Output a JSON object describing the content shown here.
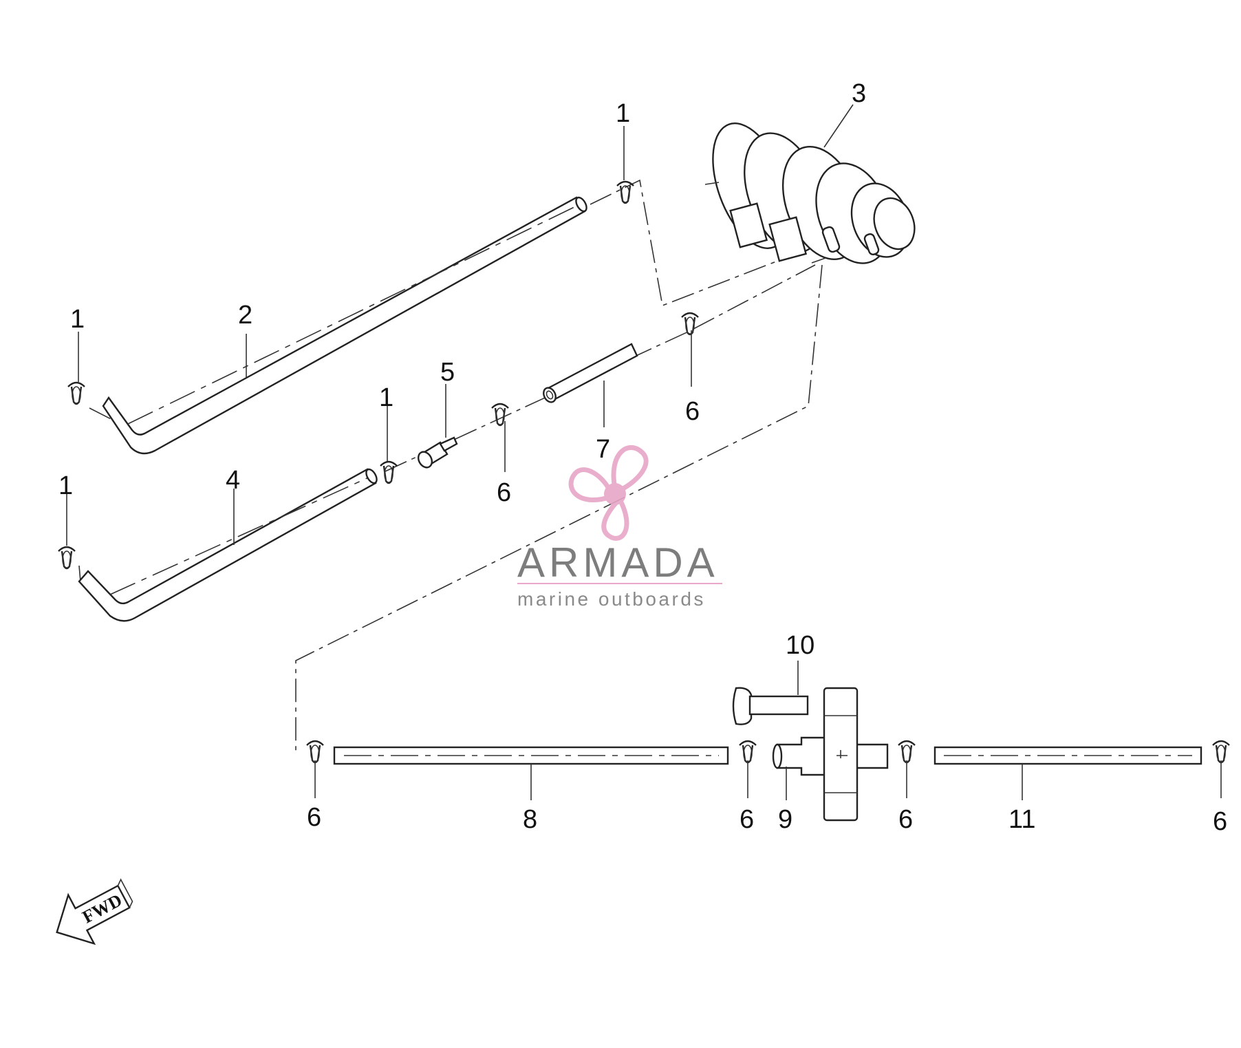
{
  "diagram": {
    "callouts": {
      "c1a": "1",
      "c1b": "1",
      "c1c": "1",
      "c1d": "1",
      "c2": "2",
      "c3": "3",
      "c4": "4",
      "c5": "5",
      "c6a": "6",
      "c6b": "6",
      "c6c": "6",
      "c6d": "6",
      "c6e": "6",
      "c6f": "6",
      "c7": "7",
      "c8": "8",
      "c9": "9",
      "c10": "10",
      "c11": "11"
    },
    "direction_marker": "FWD"
  },
  "watermark": {
    "brand": "ARMADA",
    "tagline": "marine outboards",
    "colors": {
      "brand_text": "#7d7d7d",
      "tagline_text": "#8a8a8a",
      "accent": "#e8a6c8"
    }
  }
}
